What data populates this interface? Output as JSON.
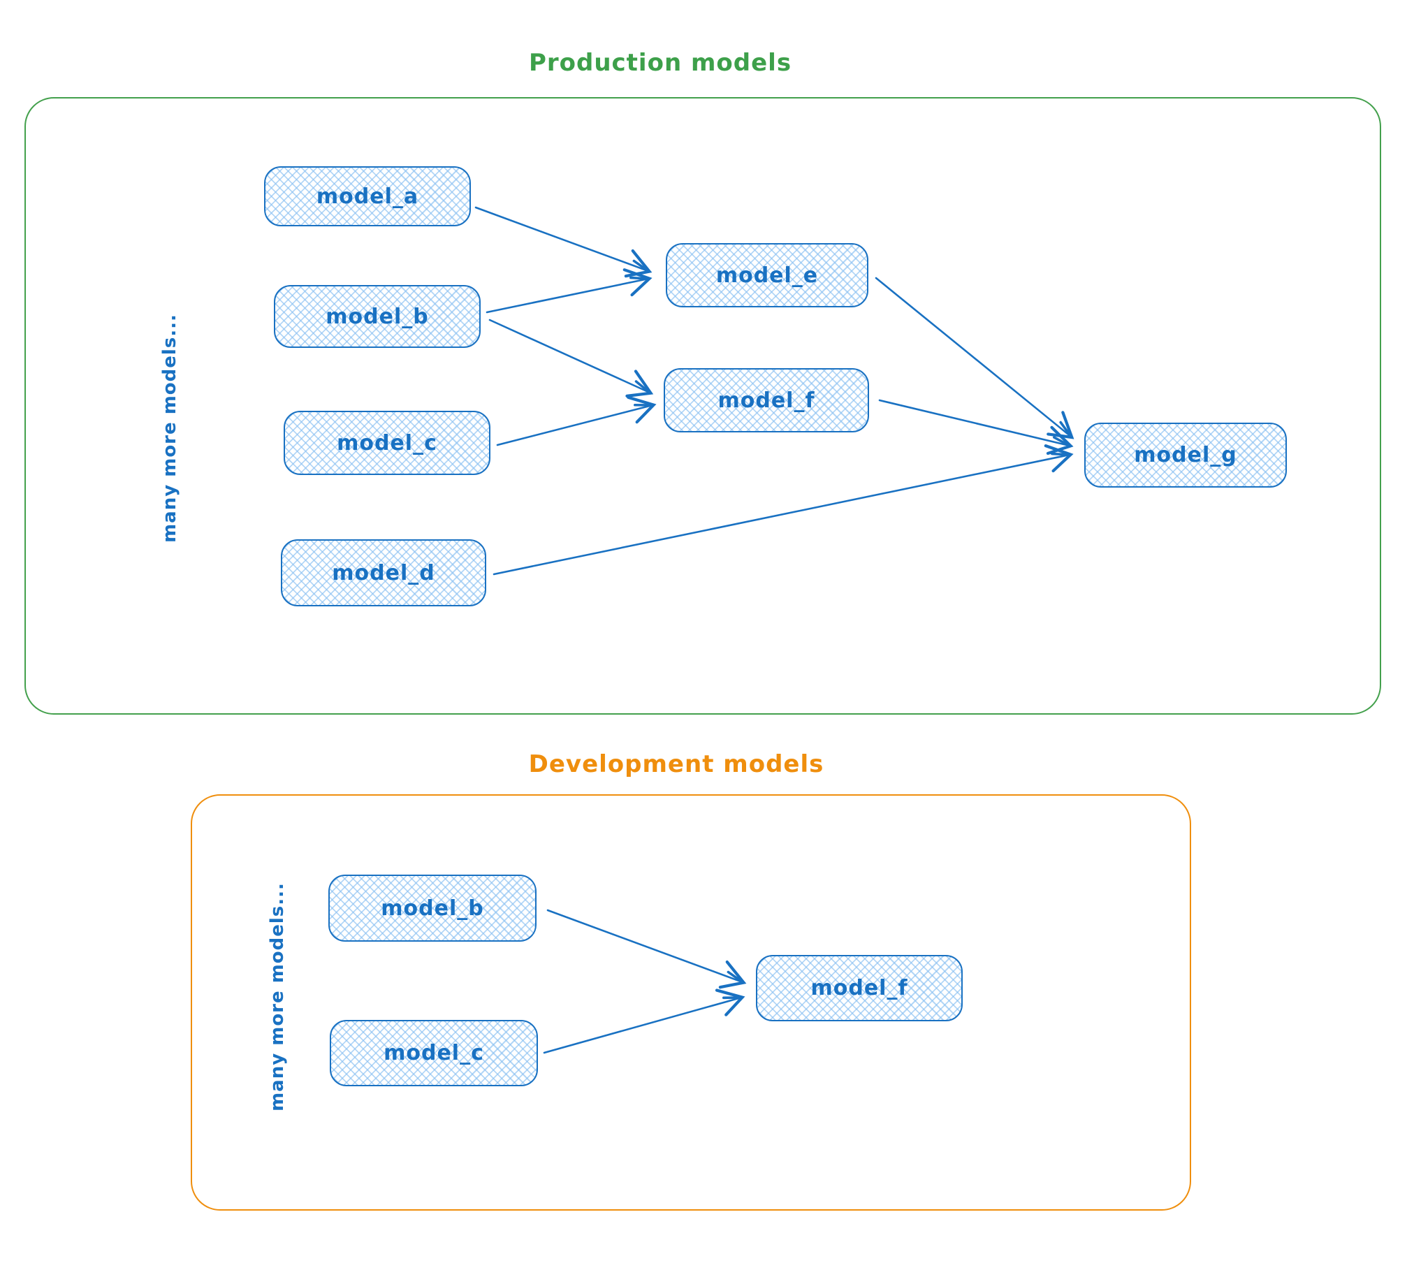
{
  "diagram": {
    "sections": [
      {
        "title": "Production models",
        "accent_color": "#3da04a",
        "side_label": "many more models...",
        "nodes": [
          {
            "id": "model_a",
            "label": "model_a"
          },
          {
            "id": "model_b",
            "label": "model_b"
          },
          {
            "id": "model_c",
            "label": "model_c"
          },
          {
            "id": "model_d",
            "label": "model_d"
          },
          {
            "id": "model_e",
            "label": "model_e"
          },
          {
            "id": "model_f",
            "label": "model_f"
          },
          {
            "id": "model_g",
            "label": "model_g"
          }
        ],
        "edges": [
          {
            "from": "model_a",
            "to": "model_e"
          },
          {
            "from": "model_b",
            "to": "model_e"
          },
          {
            "from": "model_b",
            "to": "model_f"
          },
          {
            "from": "model_c",
            "to": "model_f"
          },
          {
            "from": "model_e",
            "to": "model_g"
          },
          {
            "from": "model_f",
            "to": "model_g"
          },
          {
            "from": "model_d",
            "to": "model_g"
          }
        ]
      },
      {
        "title": "Development models",
        "accent_color": "#ef8e0d",
        "side_label": "many more models...",
        "nodes": [
          {
            "id": "model_b",
            "label": "model_b"
          },
          {
            "id": "model_c",
            "label": "model_c"
          },
          {
            "id": "model_f",
            "label": "model_f"
          }
        ],
        "edges": [
          {
            "from": "model_b",
            "to": "model_f"
          },
          {
            "from": "model_c",
            "to": "model_f"
          }
        ]
      }
    ],
    "node_colors": {
      "stroke": "#1971c2",
      "hatch_fill": "#a5d8ff",
      "label_color": "#1971c2"
    }
  }
}
